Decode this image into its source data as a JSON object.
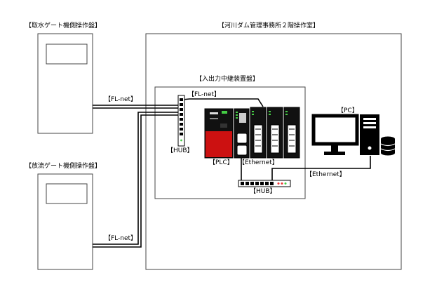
{
  "labels": {
    "intake_panel": "【取水ゲート機側操作盤】",
    "discharge_panel": "【放流ゲート機側操作盤】",
    "control_room": "【河川ダム管理事務所２階操作室】",
    "relay_panel": "【入出力中継装置盤】",
    "fl_net_top": "【FL-net】",
    "fl_net_inner": "【FL-net】",
    "fl_net_bottom": "【FL-net】",
    "hub_vertical": "【HUB】",
    "plc": "【PLC】",
    "ethernet_plc": "【Ethernet】",
    "hub_horizontal": "【HUB】",
    "pc": "【PC】",
    "ethernet_pc": "【Ethernet】"
  },
  "colors": {
    "plc_red": "#cc1111",
    "led_green": "#44cc44",
    "led_red": "#ee3333",
    "device_dark": "#111111"
  },
  "icons": [
    "monitor-icon",
    "pc-tower-icon",
    "database-icon"
  ]
}
